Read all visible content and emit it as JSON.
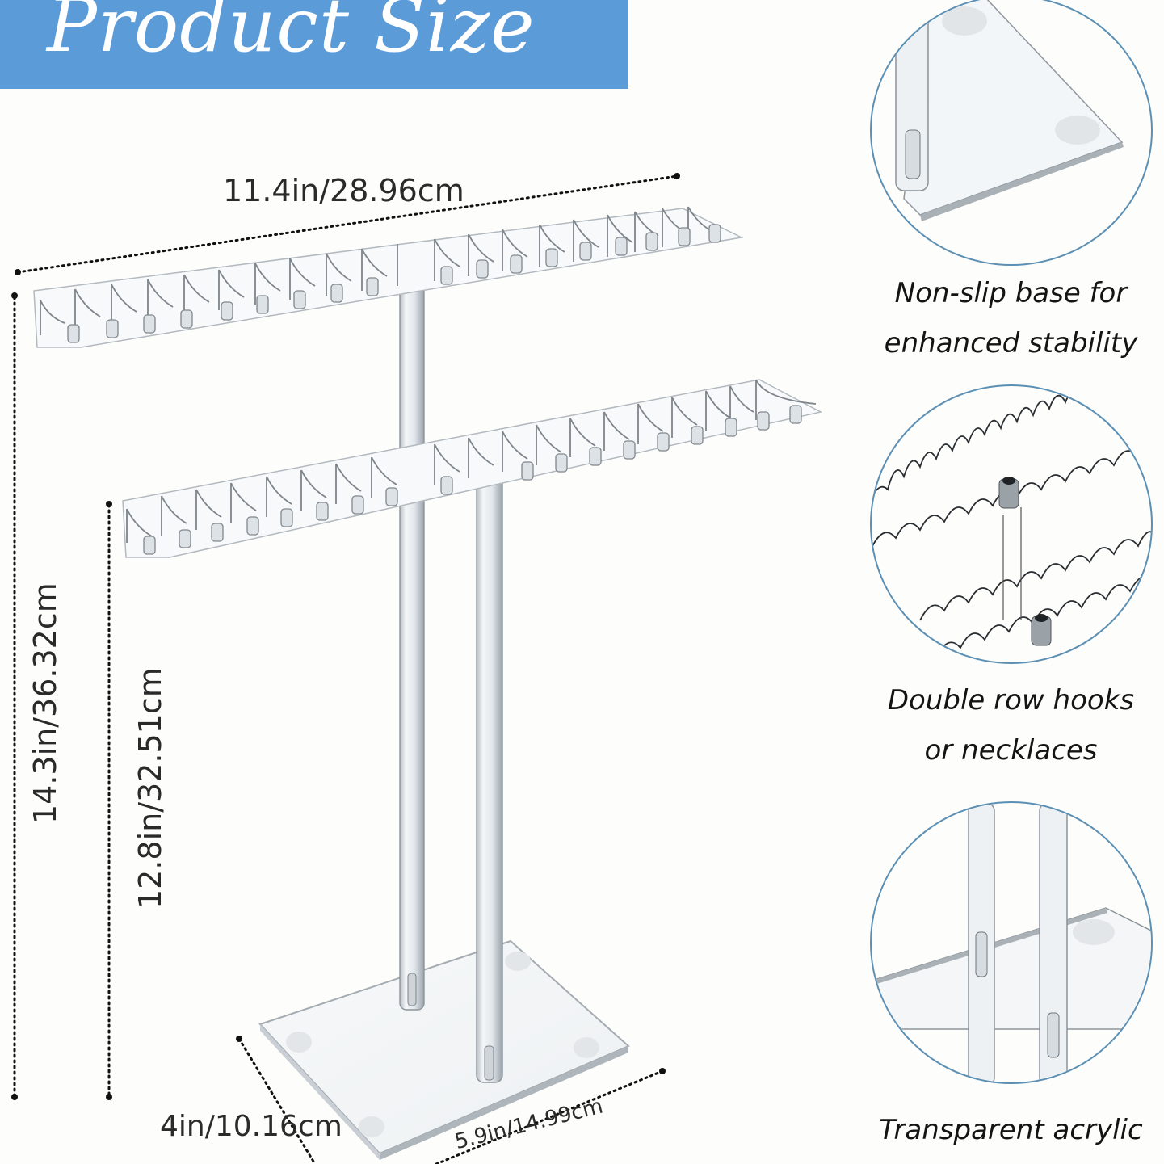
{
  "banner": {
    "title": "Product Size",
    "background_color": "#5b9bd8",
    "text_color": "#ffffff"
  },
  "dimensions": {
    "width": "11.4in/28.96cm",
    "total_height": "14.3in/36.32cm",
    "arm_height": "12.8in/32.51cm",
    "base_depth": "4in/10.16cm",
    "base_width": "5.9in/14.99cm"
  },
  "product": {
    "name": "acrylic T-bar jewelry stand",
    "description": "Two-tier transparent acrylic necklace stand with hook rows and rectangular base"
  },
  "details": [
    {
      "image": "base-closeup",
      "caption_lines": [
        "Non-slip base for",
        "enhanced stability"
      ]
    },
    {
      "image": "hooks-closeup",
      "caption_lines": [
        "Double row hooks",
        "or necklaces"
      ]
    },
    {
      "image": "rods-closeup",
      "caption_lines": [
        "Transparent acrylic"
      ]
    }
  ],
  "colors": {
    "circle_border": "#5b8fb3",
    "dimension_text": "#2a2a2a",
    "caption_text": "#141414",
    "background": "#fdfdfb"
  }
}
